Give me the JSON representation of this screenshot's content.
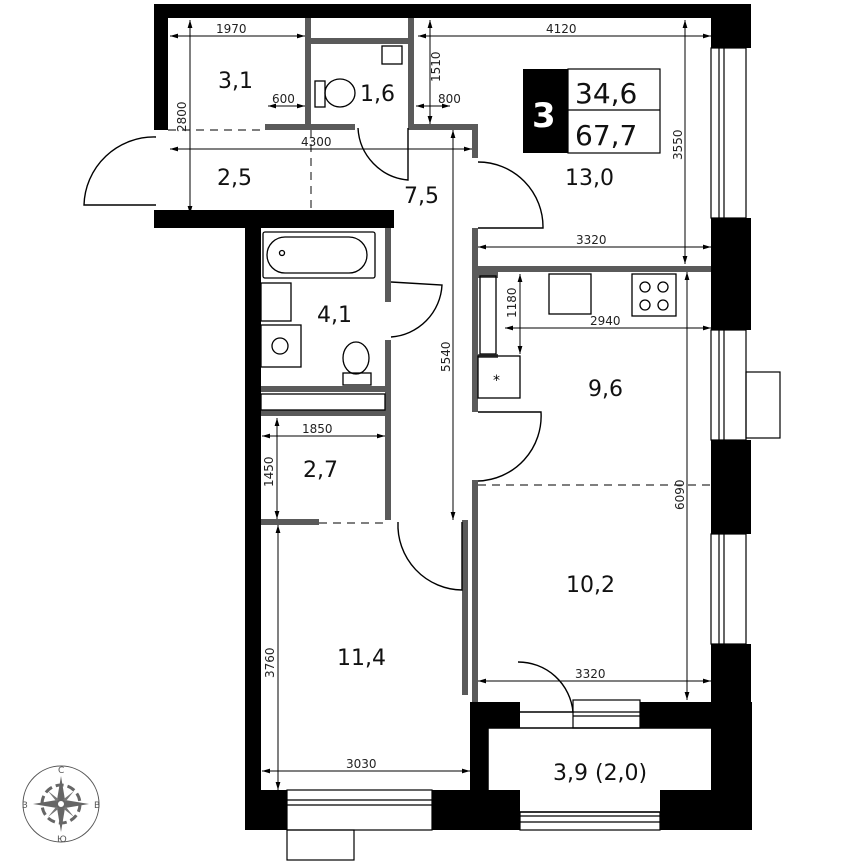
{
  "plan": {
    "type": "apartment-floor-plan",
    "rooms_count": "3",
    "living_area": "34,6",
    "total_area": "67,7",
    "colors": {
      "exterior_wall": "#000000",
      "interior_wall": "#5a5a5a",
      "line": "#000000",
      "background": "#ffffff"
    }
  },
  "rooms": [
    {
      "id": "storage",
      "area": "3,1"
    },
    {
      "id": "wc",
      "area": "1,6"
    },
    {
      "id": "entry",
      "area": "2,5"
    },
    {
      "id": "hall",
      "area": "7,5"
    },
    {
      "id": "bedroom-1",
      "area": "13,0"
    },
    {
      "id": "bathroom",
      "area": "4,1"
    },
    {
      "id": "kitchen",
      "area": "9,6"
    },
    {
      "id": "closet",
      "area": "2,7"
    },
    {
      "id": "living",
      "area": "10,2"
    },
    {
      "id": "bedroom-2",
      "area": "11,4"
    },
    {
      "id": "balcony",
      "area": "3,9 (2,0)"
    }
  ],
  "dimensions": {
    "d1970": "1970",
    "d2800": "2800",
    "d600": "600",
    "d1510": "1510",
    "d800": "800",
    "d4300": "4300",
    "d4120": "4120",
    "d3550": "3550",
    "d3320a": "3320",
    "d5540": "5540",
    "d1180": "1180",
    "d2940": "2940",
    "d1850": "1850",
    "d1450": "1450",
    "d6090": "6090",
    "d3320b": "3320",
    "d3760": "3760",
    "d3030": "3030"
  },
  "compass": {
    "north": "С",
    "south": "Ю",
    "west": "З",
    "east": "В"
  }
}
